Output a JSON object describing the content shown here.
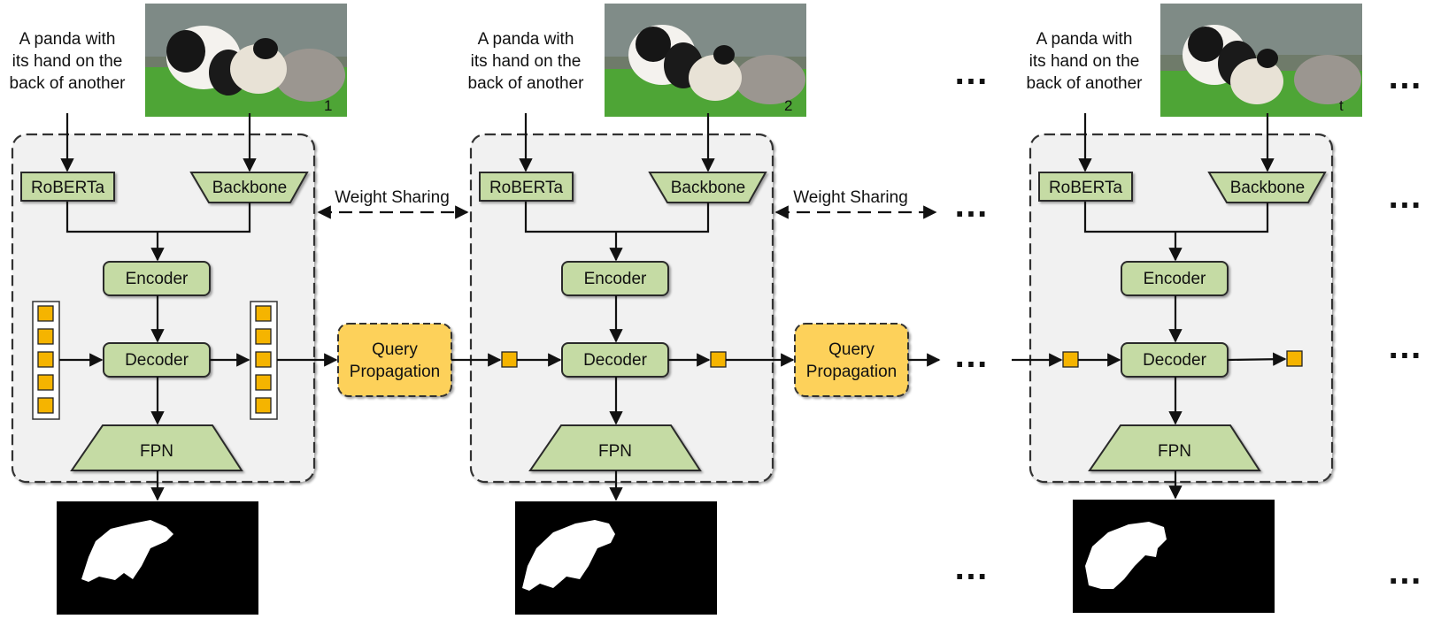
{
  "frames": [
    {
      "caption": [
        "A panda with",
        "its hand on the",
        "back of another"
      ],
      "frame_label": "1",
      "modules": {
        "text_encoder": "RoBERTa",
        "backbone": "Backbone",
        "encoder": "Encoder",
        "decoder": "Decoder",
        "fpn": "FPN"
      }
    },
    {
      "caption": [
        "A panda with",
        "its hand on the",
        "back of another"
      ],
      "frame_label": "2",
      "modules": {
        "text_encoder": "RoBERTa",
        "backbone": "Backbone",
        "encoder": "Encoder",
        "decoder": "Decoder",
        "fpn": "FPN"
      }
    },
    {
      "caption": [
        "A panda with",
        "its hand on the",
        "back of another"
      ],
      "frame_label": "t",
      "modules": {
        "text_encoder": "RoBERTa",
        "backbone": "Backbone",
        "encoder": "Encoder",
        "decoder": "Decoder",
        "fpn": "FPN"
      }
    }
  ],
  "weight_sharing_label": "Weight Sharing",
  "query_propagation_label": [
    "Query",
    "Propagation"
  ],
  "ellipsis": "…",
  "colors": {
    "module_fill": "#c5dba4",
    "module_stroke": "#2a2a2a",
    "query_fill": "#fdd15a",
    "query_token": "#f5b400",
    "panel_fill": "#f1f1f1",
    "grass": "#53a53a",
    "mask_bg": "#000000",
    "mask_fg": "#ffffff"
  }
}
